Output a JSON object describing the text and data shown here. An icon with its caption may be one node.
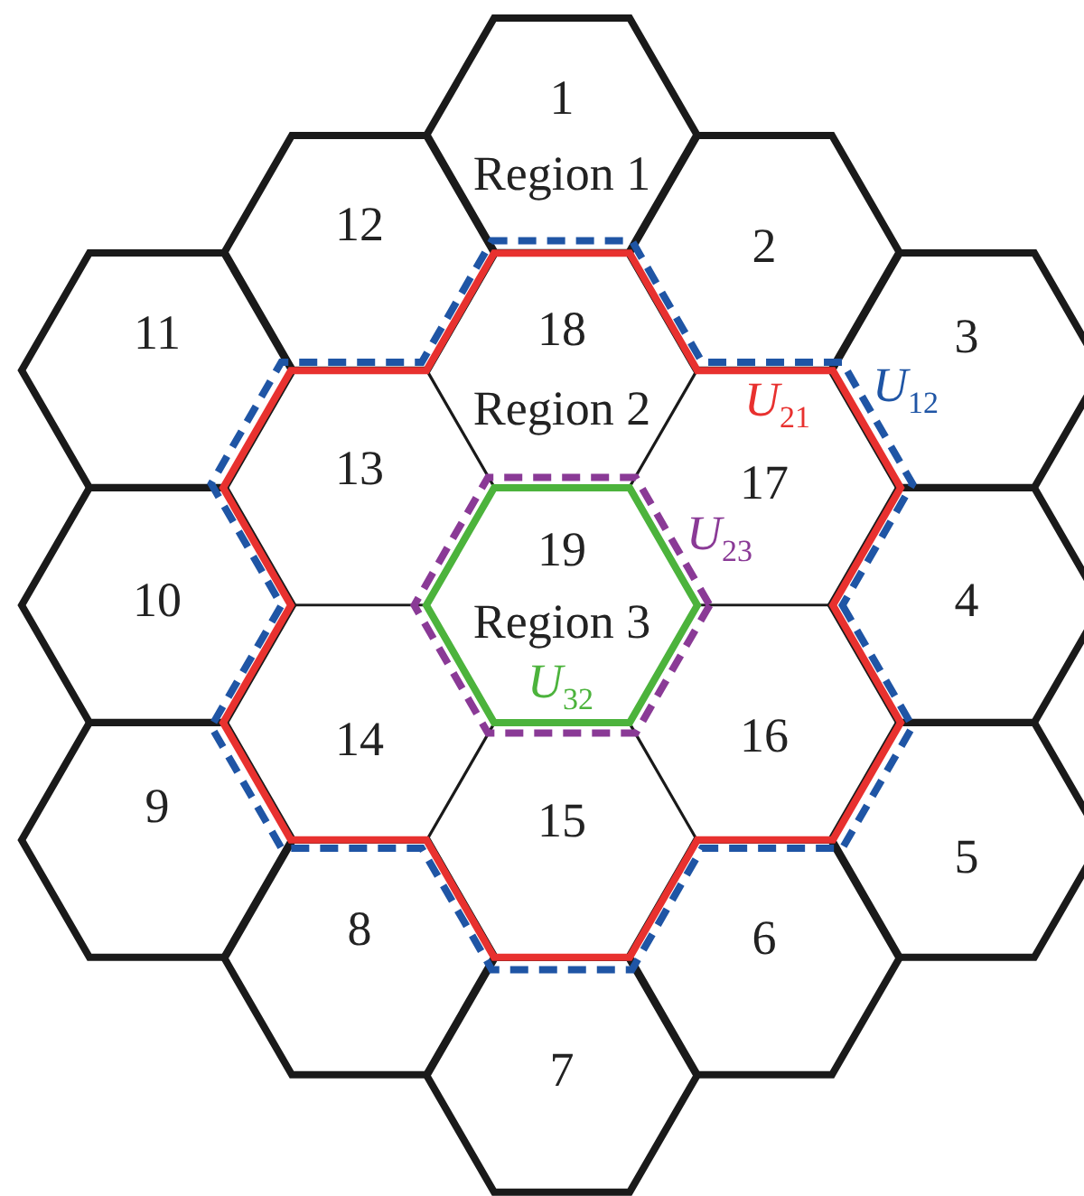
{
  "diagram": {
    "nodes": [
      {
        "text": [
          "1",
          "Region 1"
        ]
      },
      {
        "text": [
          "2"
        ]
      },
      {
        "text": [
          "3"
        ]
      },
      {
        "text": [
          "4"
        ]
      },
      {
        "text": [
          "5"
        ]
      },
      {
        "text": [
          "6"
        ]
      },
      {
        "text": [
          "7"
        ]
      },
      {
        "text": [
          "8"
        ]
      },
      {
        "text": [
          "9"
        ]
      },
      {
        "text": [
          "10"
        ]
      },
      {
        "text": [
          "11"
        ]
      },
      {
        "text": [
          "12"
        ]
      },
      {
        "text": [
          "13"
        ]
      },
      {
        "text": [
          "14"
        ]
      },
      {
        "text": [
          "15"
        ]
      },
      {
        "text": [
          "16"
        ]
      },
      {
        "text": [
          "17"
        ]
      },
      {
        "text": [
          "18",
          "Region 2"
        ]
      },
      {
        "text": [
          "19",
          "Region 3"
        ]
      }
    ],
    "labels": [
      "*U*$_{21}$",
      "*U*$_{12}$",
      "*U*$_{23}$",
      "*U*$_{32}$"
    ]
  }
}
